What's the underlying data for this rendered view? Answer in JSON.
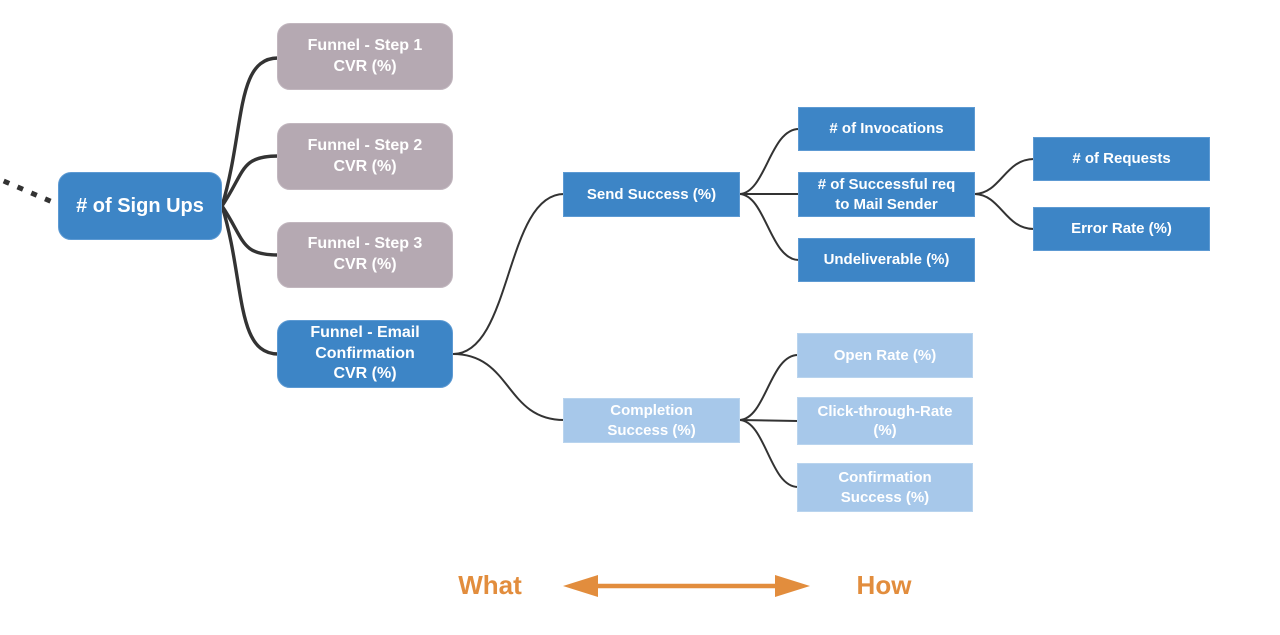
{
  "colors": {
    "node_blue": "#3d85c6",
    "node_light_blue": "#a7c8ea",
    "node_mauve": "#b5a9b2",
    "connector": "#333333",
    "accent_orange": "#e28d3d"
  },
  "nodes": {
    "sign_ups": "# of Sign Ups",
    "funnel_step_1": "Funnel - Step 1\nCVR (%)",
    "funnel_step_2": "Funnel - Step 2\nCVR (%)",
    "funnel_step_3": "Funnel - Step 3\nCVR (%)",
    "funnel_email_confirmation": "Funnel - Email\nConfirmation\nCVR (%)",
    "send_success": "Send Success (%)",
    "invocations": "# of Invocations",
    "successful_req": "# of Successful req\nto Mail Sender",
    "undeliverable": "Undeliverable (%)",
    "requests": "# of Requests",
    "error_rate": "Error Rate (%)",
    "completion_success": "Completion\nSuccess (%)",
    "open_rate": "Open Rate (%)",
    "click_through_rate": "Click-through-Rate\n(%)",
    "confirmation_success": "Confirmation\nSuccess (%)"
  },
  "legend": {
    "what": "What",
    "how": "How"
  }
}
